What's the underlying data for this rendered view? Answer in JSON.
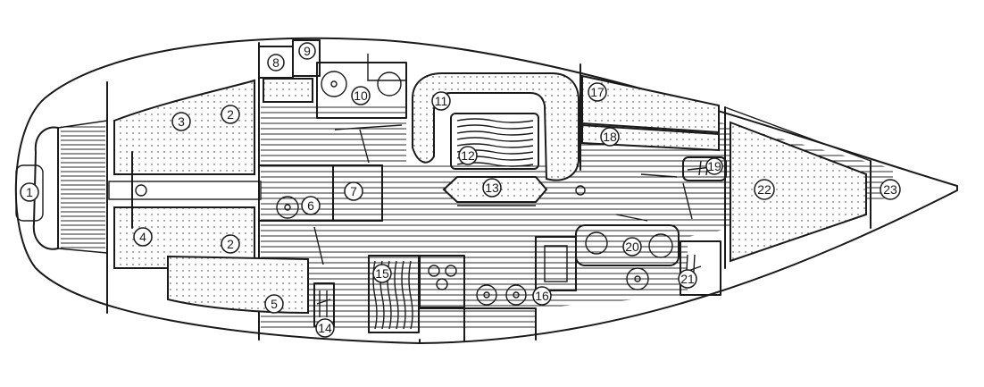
{
  "colors": {
    "ink": "#1a1a1a",
    "paper": "#ffffff"
  },
  "numbers": {
    "n1": "1",
    "n2a": "2",
    "n2b": "2",
    "n3": "3",
    "n4": "4",
    "n5": "5",
    "n6": "6",
    "n7": "7",
    "n8": "8",
    "n9": "9",
    "n10": "10",
    "n11": "11",
    "n12": "12",
    "n13": "13",
    "n14": "14",
    "n15": "15",
    "n16": "16",
    "n17": "17",
    "n18": "18",
    "n19": "19",
    "n20": "20",
    "n21": "21",
    "n22": "22",
    "n23": "23"
  }
}
